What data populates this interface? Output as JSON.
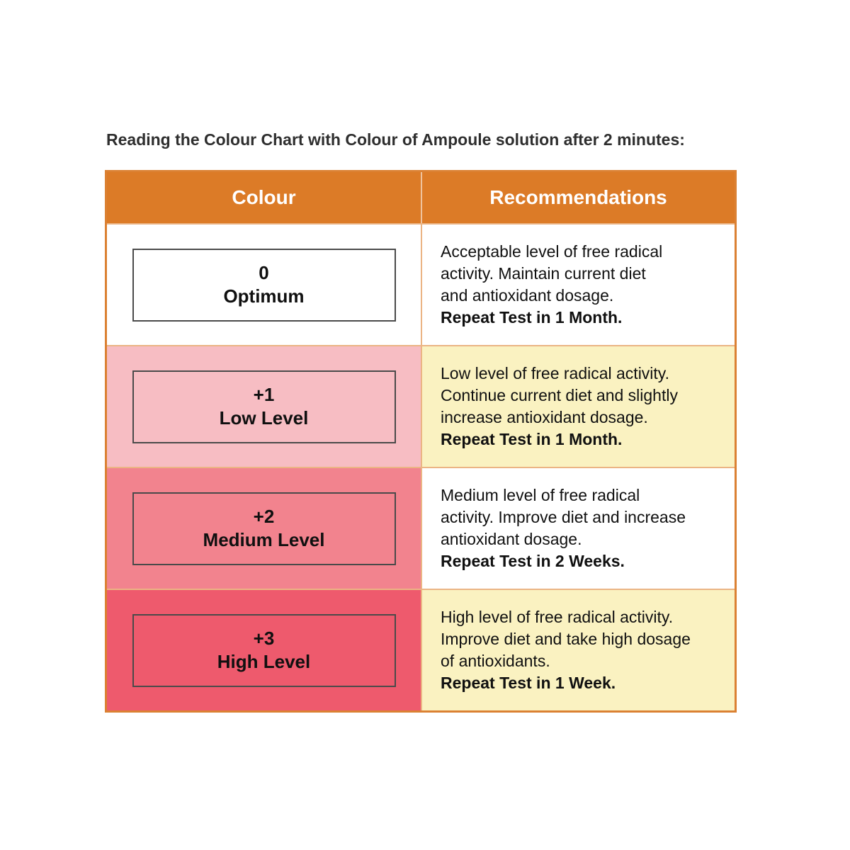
{
  "title": "Reading the Colour Chart with Colour of Ampoule solution after 2 minutes:",
  "table": {
    "headers": [
      "Colour",
      "Recommendations"
    ],
    "rows": [
      {
        "grade": "0",
        "label": "Optimum",
        "swatch_color": "#FFFFFF",
        "recommendation_bg": "#FFFFFF",
        "lines": [
          "Acceptable level of free radical",
          "activity. Maintain current diet",
          "and antioxidant dosage."
        ],
        "repeat_line": "Repeat Test in 1 Month."
      },
      {
        "grade": "+1",
        "label": "Low Level",
        "swatch_color": "#F7BDC3",
        "recommendation_bg": "#FAF2C1",
        "lines": [
          "Low level of free radical activity.",
          "Continue current diet and slightly",
          "increase antioxidant dosage."
        ],
        "repeat_line": "Repeat Test in 1 Month."
      },
      {
        "grade": "+2",
        "label": "Medium Level",
        "swatch_color": "#F2838E",
        "recommendation_bg": "#FFFFFF",
        "lines": [
          "Medium level of free radical",
          "activity. Improve diet and increase",
          "antioxidant dosage."
        ],
        "repeat_line": "Repeat Test in 2 Weeks."
      },
      {
        "grade": "+3",
        "label": "High Level",
        "swatch_color": "#EE5A6D",
        "recommendation_bg": "#FAF2C1",
        "lines": [
          "High level of free radical activity.",
          "Improve diet and take high dosage",
          "of antioxidants."
        ],
        "repeat_line": "Repeat Test in 1 Week."
      }
    ]
  },
  "colors": {
    "header_bg": "#DC7B27",
    "header_text": "#FFFFFF",
    "outer_border": "#DB8133",
    "grid_line": "#EBB484",
    "sample_box_border": "#4A4A4A",
    "body_text": "#101010"
  }
}
